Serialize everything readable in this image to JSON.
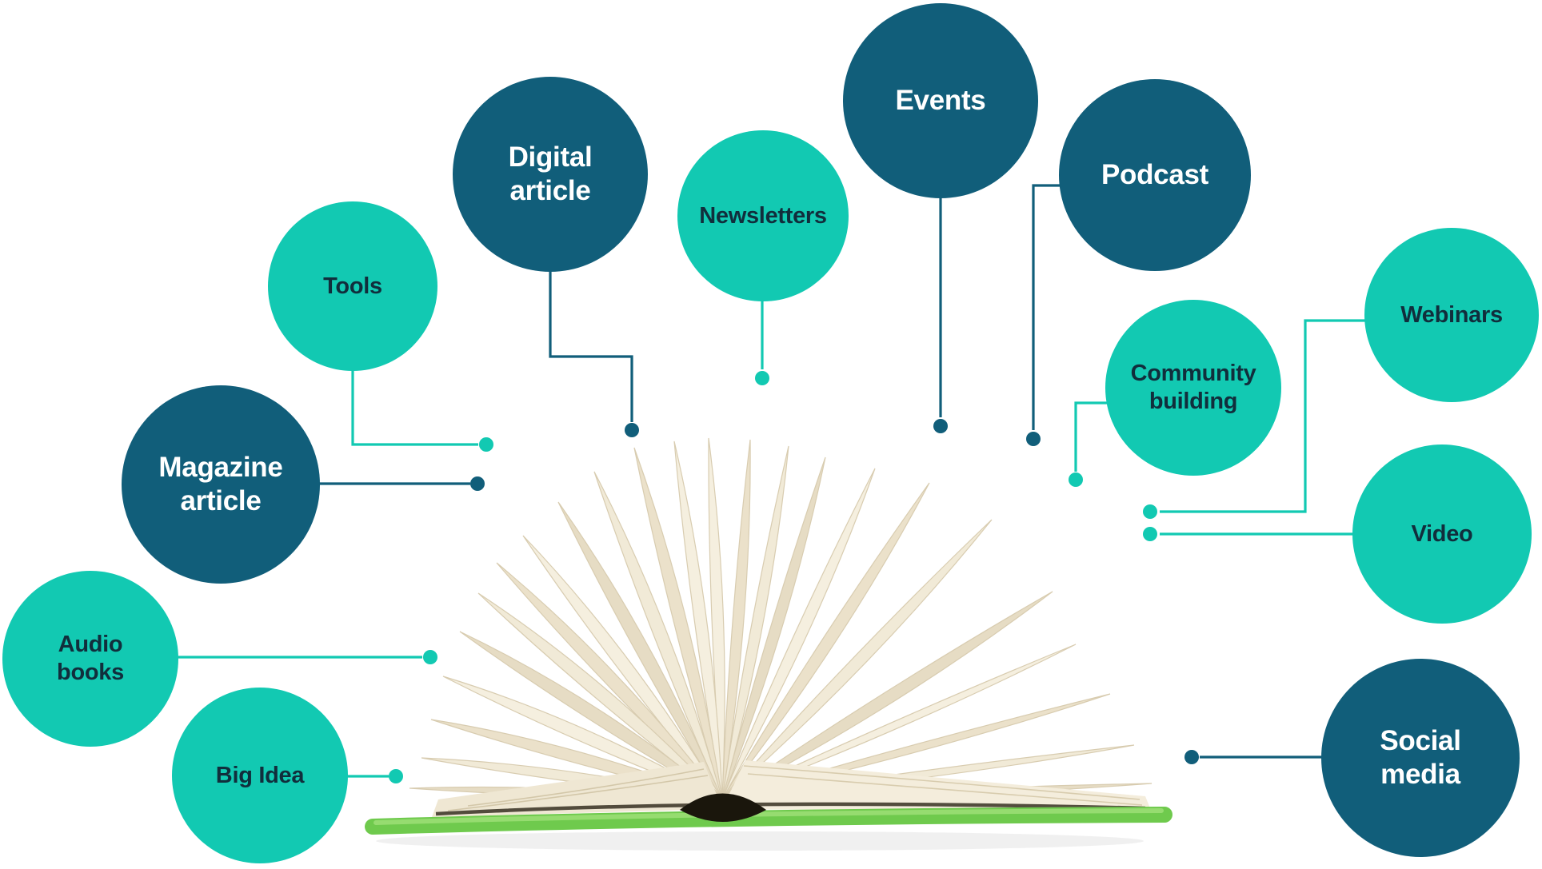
{
  "colors": {
    "dark": "#115E7A",
    "teal": "#12C9B2",
    "ink": "#112E3C",
    "book_green": "#6FCA4D",
    "book_green_light": "#9ADE74",
    "page_cream": "#F5EFDF",
    "page_cream_dark": "#EBE1CA",
    "page_edge": "#D8CCB0"
  },
  "book": {
    "icon": "open-book-icon",
    "alt": "Open hardcover book with pages fanned out and a green cover"
  },
  "bubbles": [
    {
      "id": "digital-article",
      "label": "Digital\narticle",
      "type": "dark"
    },
    {
      "id": "tools",
      "label": "Tools",
      "type": "teal"
    },
    {
      "id": "magazine-article",
      "label": "Magazine\narticle",
      "type": "dark"
    },
    {
      "id": "audio-books",
      "label": "Audio\nbooks",
      "type": "teal"
    },
    {
      "id": "big-idea",
      "label": "Big Idea",
      "type": "teal"
    },
    {
      "id": "newsletters",
      "label": "Newsletters",
      "type": "teal"
    },
    {
      "id": "events",
      "label": "Events",
      "type": "dark"
    },
    {
      "id": "podcast",
      "label": "Podcast",
      "type": "dark"
    },
    {
      "id": "community-building",
      "label": "Community\nbuilding",
      "type": "teal"
    },
    {
      "id": "webinars",
      "label": "Webinars",
      "type": "teal"
    },
    {
      "id": "video",
      "label": "Video",
      "type": "teal"
    },
    {
      "id": "social-media",
      "label": "Social\nmedia",
      "type": "dark"
    }
  ]
}
